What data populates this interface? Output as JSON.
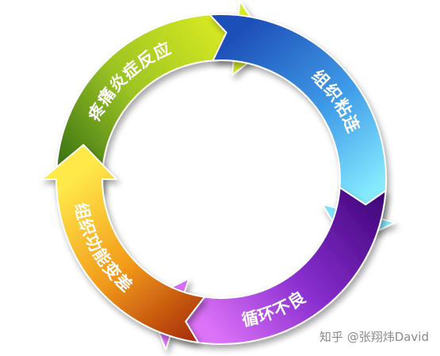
{
  "segments": [
    {
      "key": "pain",
      "label": "疼痛炎症反应",
      "color_light": "#d9ea1c",
      "color_dark": "#3f7a14"
    },
    {
      "key": "adhesion",
      "label": "组织粘连",
      "color_light": "#7fe8ff",
      "color_dark": "#1f56c0"
    },
    {
      "key": "circulation",
      "label": "循环不良",
      "color_light": "#d86cf5",
      "color_dark": "#4a0a86"
    },
    {
      "key": "function",
      "label": "组织功能变差",
      "color_light": "#ffe640",
      "color_dark": "#b0360a"
    }
  ],
  "watermark": "知乎 @张翔炜David"
}
